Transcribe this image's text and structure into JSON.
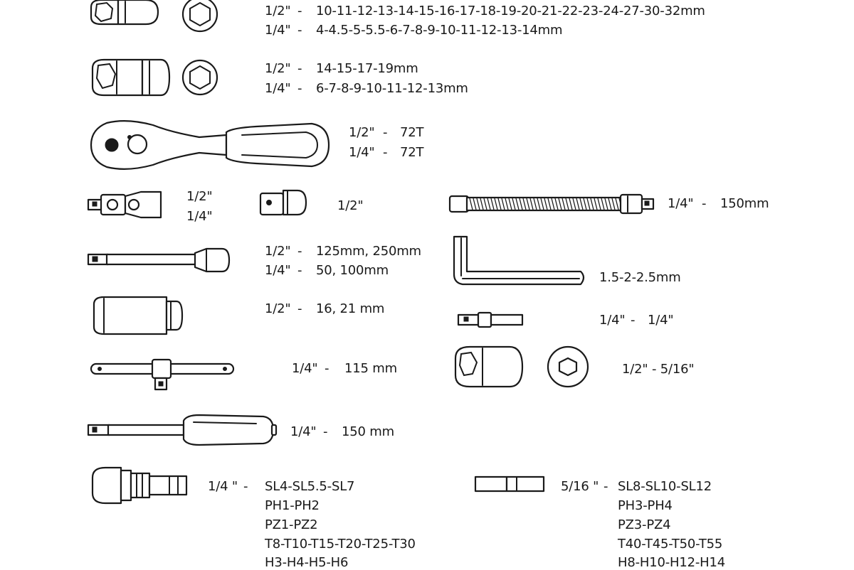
{
  "colors": {
    "ink": "#1a1a1a",
    "background": "#ffffff"
  },
  "rows": {
    "socket_short": {
      "line1": {
        "size": "1/2\"",
        "dash": "-",
        "value": "10-11-12-13-14-15-16-17-18-19-20-21-22-23-24-27-30-32mm"
      },
      "line2": {
        "size": "1/4\"",
        "dash": "-",
        "value": "4-4.5-5-5.5-6-7-8-9-10-11-12-13-14mm"
      }
    },
    "socket_medium": {
      "line1": {
        "size": "1/2\"",
        "dash": "-",
        "value": "14-15-17-19mm"
      },
      "line2": {
        "size": "1/4\"",
        "dash": "-",
        "value": "6-7-8-9-10-11-12-13mm"
      }
    },
    "ratchet": {
      "line1": {
        "size": "1/2\"",
        "dash": "-",
        "value": "72T"
      },
      "line2": {
        "size": "1/4\"",
        "dash": "-",
        "value": "72T"
      }
    },
    "universal_joint": {
      "line1": "1/2\"",
      "line2": "1/4\""
    },
    "adapter": {
      "line1": "1/2\""
    },
    "flexible_extension": {
      "size": "1/4\"",
      "dash": "-",
      "value": "150mm"
    },
    "extension_bar": {
      "line1": {
        "size": "1/2\"",
        "dash": "-",
        "value": "125mm, 250mm"
      },
      "line2": {
        "size": "1/4\"",
        "dash": "-",
        "value": "50, 100mm"
      }
    },
    "hex_key": {
      "value": "1.5-2-2.5mm"
    },
    "spark_plug_socket": {
      "size": "1/2\"",
      "dash": "-",
      "value": "16, 21 mm"
    },
    "bit_adapter": {
      "size": "1/4\"",
      "dash": "-",
      "value": "1/4\""
    },
    "t_bar": {
      "size": "1/4\"",
      "dash": "-",
      "value": "115 mm"
    },
    "bit_holder_socket": {
      "value": "1/2\" - 5/16\""
    },
    "screwdriver": {
      "size": "1/4\"",
      "dash": "-",
      "value": "150 mm"
    },
    "bit_sockets_quarter": {
      "size": "1/4 \"",
      "dash": "-",
      "lines": [
        "SL4-SL5.5-SL7",
        "PH1-PH2",
        "PZ1-PZ2",
        "T8-T10-T15-T20-T25-T30",
        "H3-H4-H5-H6"
      ]
    },
    "bits_five_sixteenths": {
      "size": "5/16 \"",
      "dash": "-",
      "lines": [
        "SL8-SL10-SL12",
        "PH3-PH4",
        "PZ3-PZ4",
        "T40-T45-T50-T55",
        "H8-H10-H12-H14"
      ]
    }
  }
}
